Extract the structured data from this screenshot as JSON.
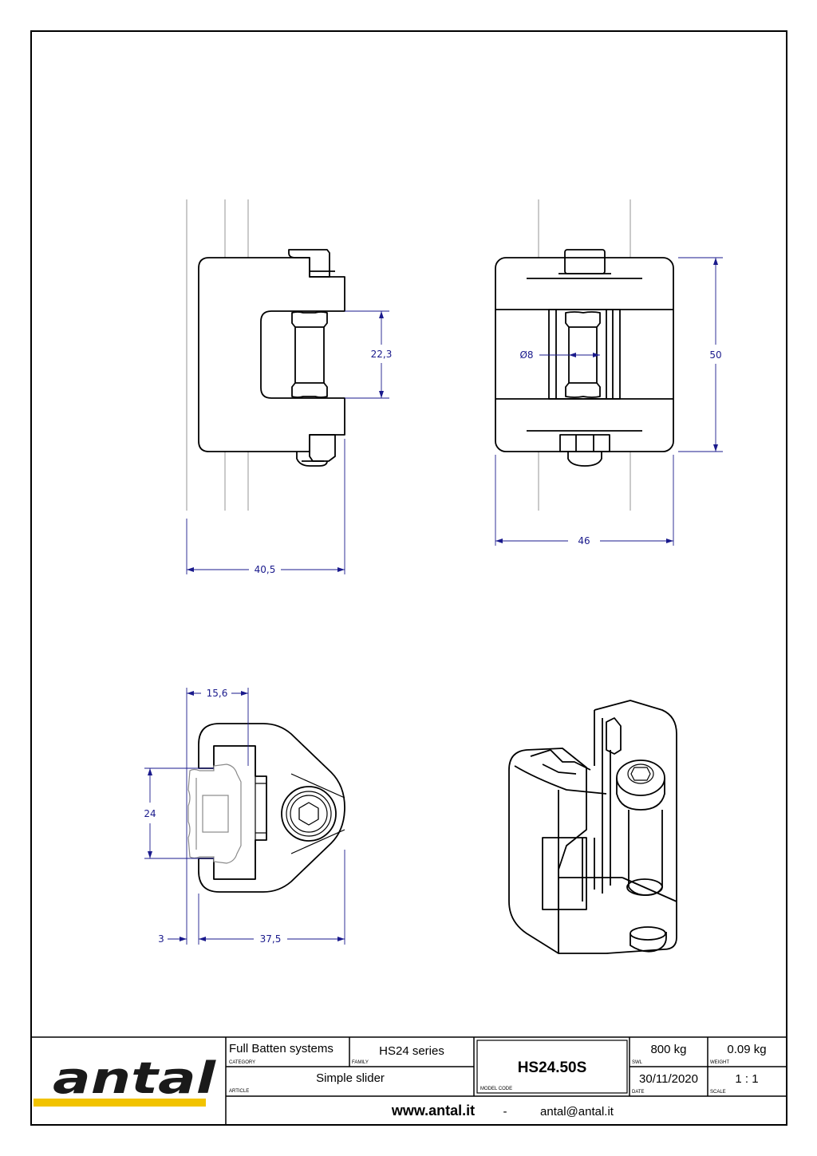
{
  "dimensions": {
    "front_width": "40,5",
    "gap_height": "22,3",
    "pin_diameter": "Ø8",
    "side_height": "50",
    "side_width": "46",
    "top_offset": "15,6",
    "top_height": "24",
    "top_flange": "3",
    "top_depth": "37,5"
  },
  "title_block": {
    "logo_text": "antal",
    "logo_color": "#f2c300",
    "category": "Full Batten systems",
    "category_label": "CATEGORY",
    "family": "HS24 series",
    "family_label": "FAMILY",
    "article": "Simple slider",
    "article_label": "ARTICLE",
    "model_code": "HS24.50S",
    "model_code_label": "MODEL CODE",
    "swl": "800 kg",
    "swl_label": "SWL",
    "weight": "0.09 kg",
    "weight_label": "WEIGHT",
    "date": "30/11/2020",
    "date_label": "DATE",
    "scale": "1 : 1",
    "scale_label": "SCALE",
    "website": "www.antal.it",
    "separator": "-",
    "email": "antal@antal.it"
  },
  "colors": {
    "line": "#000000",
    "dimension": "#1a1a8c",
    "thin": "#8a8a8a"
  }
}
